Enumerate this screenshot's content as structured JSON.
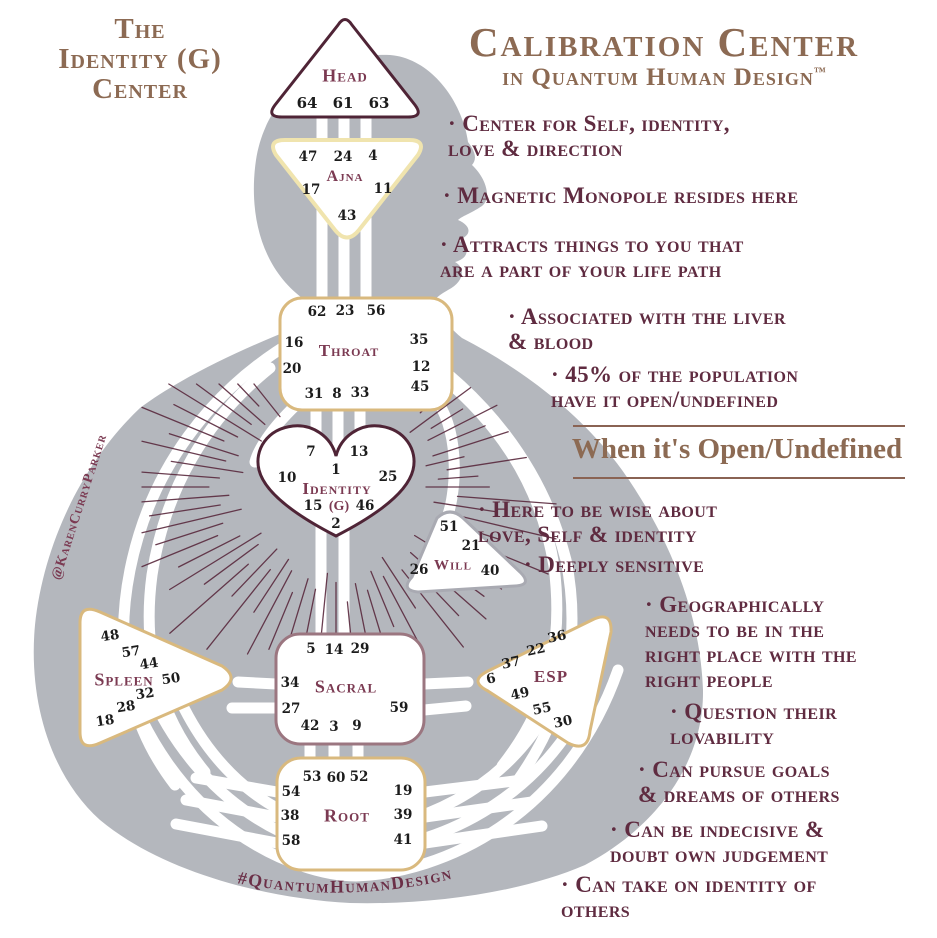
{
  "title_block": {
    "line1": "The",
    "line2": "Identity (G)",
    "line3": "Center"
  },
  "header": {
    "title": "Calibration Center",
    "subtitle": "in Quantum Human Design",
    "trademark": "™"
  },
  "bullets": {
    "b1": {
      "l1": "· Center for Self, identity,",
      "l2": "love & direction"
    },
    "b2": {
      "l1": "· Magnetic Monopole resides here"
    },
    "b3": {
      "l1": "· Attracts things to you that",
      "l2": "are a part of your life path"
    },
    "b4": {
      "l1": "· Associated with the liver",
      "l2": "& blood"
    },
    "b5": {
      "l1": "· 45% of the population",
      "l2": "have it open/undefined"
    },
    "b6": {
      "l1": "· Here to be wise about",
      "l2": "love, Self & identity"
    },
    "b7": {
      "l1": "· Deeply sensitive"
    },
    "b8": {
      "l1": "· Geographically",
      "l2": "needs to be in the",
      "l3": "right place with the",
      "l4": "right people"
    },
    "b9": {
      "l1": "· Question their",
      "l2": "lovability"
    },
    "b10": {
      "l1": "· Can pursue goals",
      "l2": "& dreams of others"
    },
    "b11": {
      "l1": "· Can be indecisive &",
      "l2": "doubt own judgement"
    },
    "b12": {
      "l1": "· Can take on identity of",
      "l2": "others"
    }
  },
  "section": {
    "heading": "When it's Open/Undefined"
  },
  "centers": {
    "head": {
      "label": "Head",
      "gates": [
        "64",
        "61",
        "63"
      ]
    },
    "ajna": {
      "label": "Ajna",
      "gates": [
        "47",
        "24",
        "4",
        "17",
        "11",
        "43"
      ]
    },
    "throat": {
      "label": "Throat",
      "gates": [
        "62",
        "23",
        "56",
        "16",
        "35",
        "20",
        "12",
        "31",
        "8",
        "33",
        "45"
      ]
    },
    "identity": {
      "label": "Identity",
      "sub": "(G)",
      "gates": [
        "7",
        "13",
        "1",
        "10",
        "25",
        "15",
        "46",
        "2"
      ]
    },
    "will": {
      "label": "Will",
      "gates": [
        "51",
        "21",
        "26",
        "40"
      ]
    },
    "spleen": {
      "label": "Spleen",
      "gates": [
        "48",
        "57",
        "44",
        "50",
        "32",
        "28",
        "18"
      ]
    },
    "sacral": {
      "label": "Sacral",
      "gates": [
        "5",
        "14",
        "29",
        "34",
        "27",
        "59",
        "42",
        "3",
        "9"
      ]
    },
    "esp": {
      "label": "ESP",
      "gates": [
        "36",
        "22",
        "37",
        "6",
        "49",
        "55",
        "30"
      ]
    },
    "root": {
      "label": "Root",
      "gates": [
        "53",
        "60",
        "52",
        "54",
        "19",
        "38",
        "39",
        "58",
        "41"
      ]
    }
  },
  "watermarks": {
    "left": "@KarenCurryParker",
    "bottom": "#QuantumHumanDesign"
  },
  "colors": {
    "heading_brown": "#8c6a53",
    "bullet_maroon": "#5f2b40",
    "body_gray": "#b4b7bd",
    "gold_border": "#d9b97e",
    "ajna_border": "#f0e4ae",
    "dark_maroon_border": "#4f2436",
    "sacral_border": "#9b7680",
    "will_border": "#a9aab2",
    "center_label_maroon": "#7b3a52",
    "gate_number": "#1c1c1c"
  }
}
